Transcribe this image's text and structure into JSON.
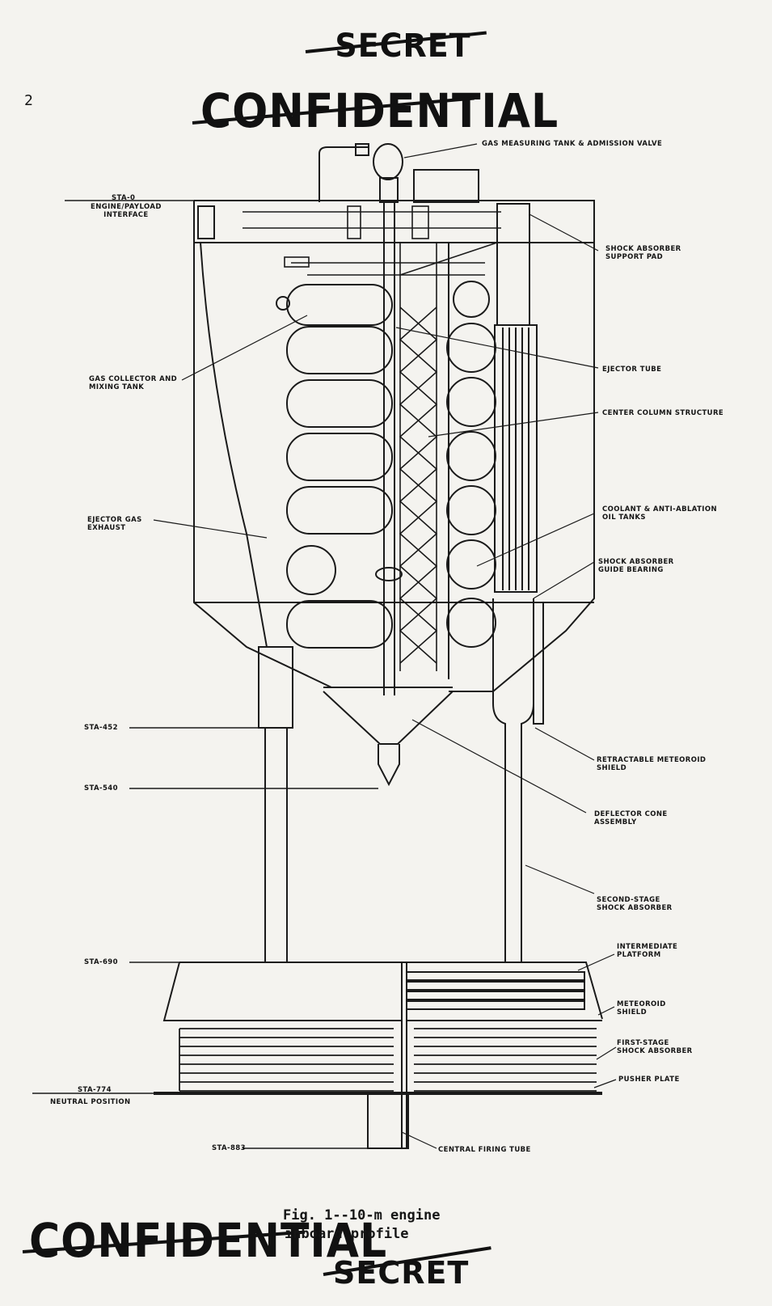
{
  "page_number": "2",
  "classification": {
    "top_secret_marking": "SECRET",
    "top_confidential_marking": "CONFIDENTIAL",
    "bottom_confidential_marking": "CONFIDENTIAL",
    "bottom_secret_marking": "SECRET"
  },
  "caption": {
    "line1": "Fig. 1--10-m engine",
    "line2": "inboard profile"
  },
  "labels": {
    "gas_measuring_tank": "GAS MEASURING TANK & ADMISSION VALVE",
    "sta_0": "STA-0",
    "engine_payload_interface": "ENGINE/PAYLOAD\nINTERFACE",
    "shock_absorber_support_pad": "SHOCK ABSORBER\nSUPPORT PAD",
    "gas_collector": "GAS COLLECTOR AND\nMIXING TANK",
    "ejector_tube": "EJECTOR TUBE",
    "center_column": "CENTER COLUMN STRUCTURE",
    "coolant_tanks": "COOLANT & ANTI-ABLATION\nOIL TANKS",
    "ejector_gas_exhaust": "EJECTOR GAS\nEXHAUST",
    "shock_absorber_guide": "SHOCK ABSORBER\nGUIDE BEARING",
    "sta_452": "STA-452",
    "retractable_shield": "RETRACTABLE METEOROID\nSHIELD",
    "sta_540": "STA-540",
    "deflector_cone": "DEFLECTOR CONE\nASSEMBLY",
    "second_stage": "SECOND-STAGE\nSHOCK ABSORBER",
    "sta_690": "STA-690",
    "intermediate_platform": "INTERMEDIATE\nPLATFORM",
    "meteoroid_shield": "METEOROID\nSHIELD",
    "first_stage": "FIRST-STAGE\nSHOCK ABSORBER",
    "sta_774": "STA-774",
    "neutral_position": "NEUTRAL POSITION",
    "pusher_plate": "PUSHER PLATE",
    "sta_883": "STA-883",
    "central_firing_tube": "CENTRAL FIRING TUBE"
  }
}
